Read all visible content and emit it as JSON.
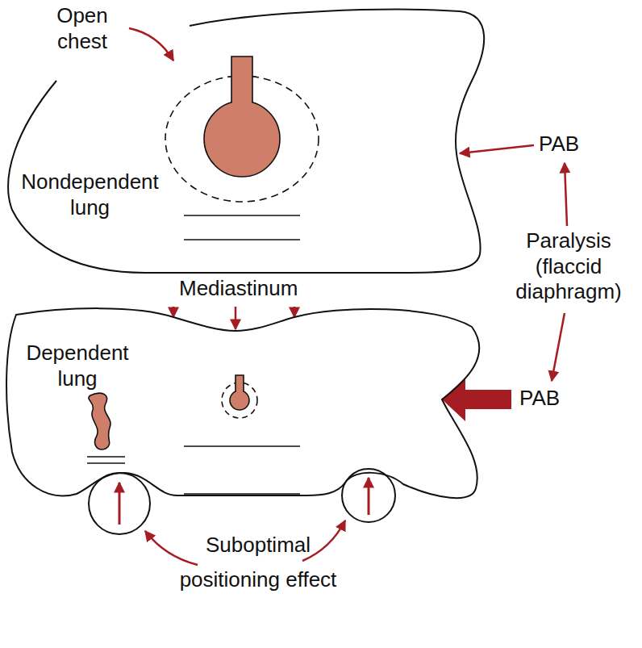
{
  "diagram": {
    "nodes": [
      {
        "text": [
          "Nondependent lung"
        ]
      },
      {
        "text": [
          "Dependent lung"
        ]
      }
    ],
    "labels": [
      "Open chest",
      "PAB",
      "Paralysis (flaccid diaphragm)",
      "PAB",
      "Mediastinum",
      "Suboptimal positioning effect"
    ]
  }
}
